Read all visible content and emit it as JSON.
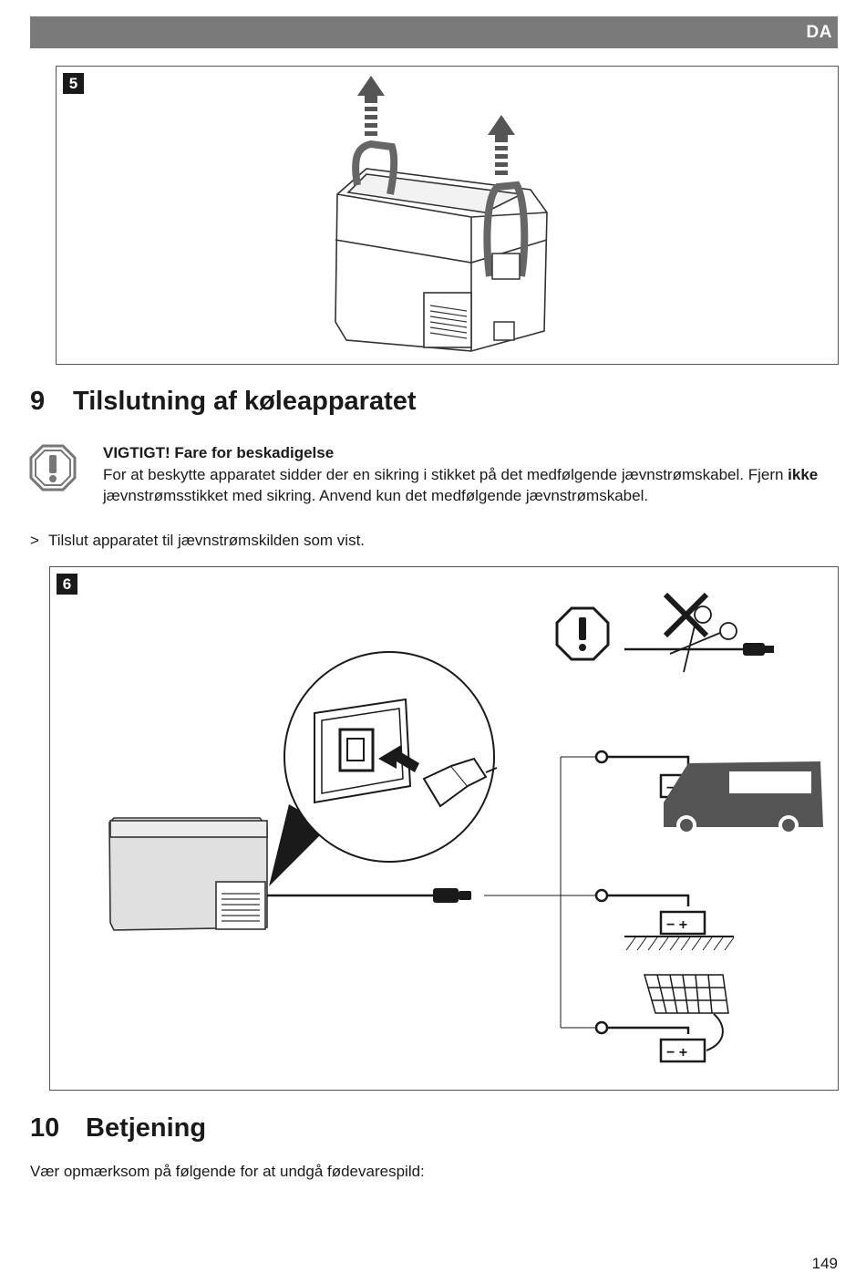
{
  "header": {
    "lang": "DA"
  },
  "figure5": {
    "num": "5"
  },
  "figure6": {
    "num": "6"
  },
  "section9": {
    "number": "9",
    "title": "Tilslutning af køleapparatet"
  },
  "warning": {
    "title": "VIGTIGT! Fare for beskadigelse",
    "text_before": "For at beskytte apparatet sidder der en sikring i stikket på det medfølgende jævnstrømskabel. Fjern ",
    "text_bold": "ikke",
    "text_after": " jævnstrømsstikket med sikring. Anvend kun det medfølgende jævnstrømskabel."
  },
  "step": {
    "marker": ">",
    "text": "Tilslut apparatet til jævnstrømskilden som vist."
  },
  "section10": {
    "number": "10",
    "title": "Betjening"
  },
  "paragraph": "Vær opmærksom på følgende for at undgå fødevarespild:",
  "page_number": "149",
  "icons": [
    "warning-triangle-icon",
    "stop-warning-icon",
    "scissors-icon",
    "cross-icon",
    "battery-icon",
    "van-icon",
    "solar-panel-icon",
    "ground-icon",
    "arrow-up-icon"
  ]
}
